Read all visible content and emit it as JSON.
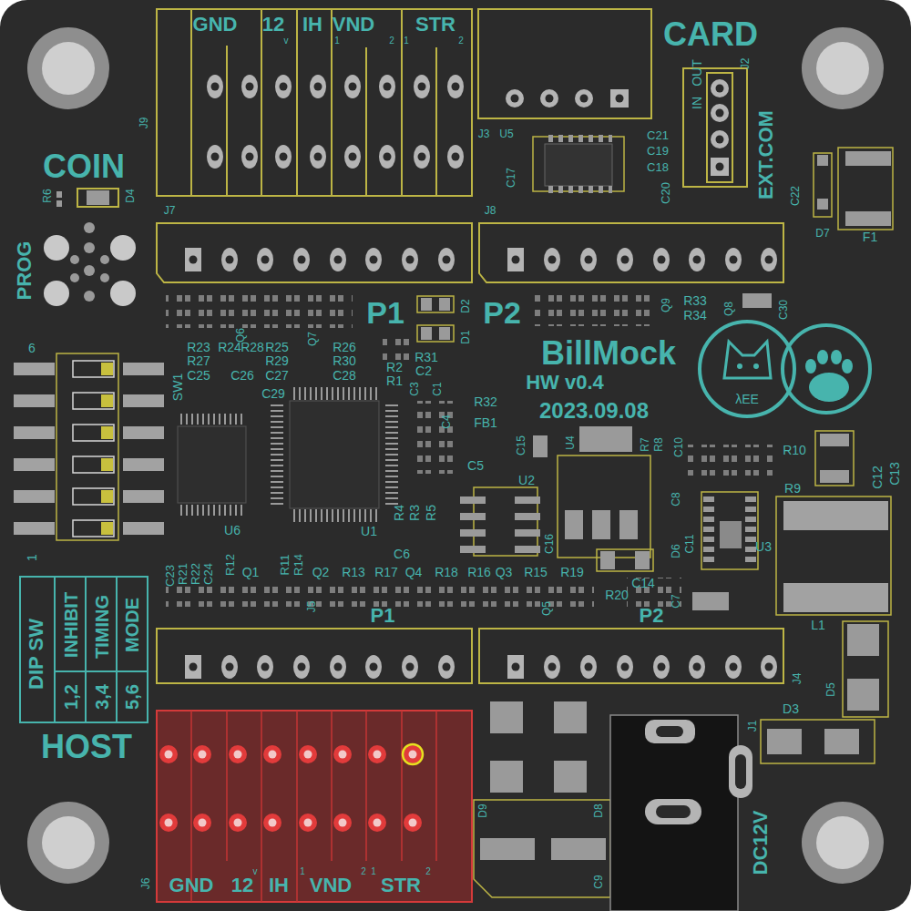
{
  "diagram": {
    "labels": [
      "GND",
      "12",
      "v",
      "IH",
      "VND",
      "1",
      "2",
      "STR",
      "1",
      "2",
      "CARD",
      "J9",
      "J3",
      "U5",
      "C21",
      "C19",
      "C18",
      "C20",
      "IN",
      "OUT",
      "J2",
      "EXT.COM",
      "C17",
      "COIN",
      "R6",
      "D4",
      "C22",
      "D7",
      "F1",
      "J7",
      "J8",
      "PROG",
      "P1",
      "D2",
      "P2",
      "Q9",
      "R33",
      "R34",
      "Q8",
      "C30",
      "D1",
      "R31",
      "C2",
      "R2",
      "R1",
      "C3",
      "C1",
      "R23",
      "R27",
      "C25",
      "Q6",
      "R24",
      "R28",
      "C26",
      "R25",
      "R29",
      "C27",
      "Q7",
      "R26",
      "R30",
      "C28",
      "C29",
      "6",
      "SW1",
      "BillMock",
      "HW v0.4",
      "2023.09.08",
      "λEE",
      "R32",
      "C4",
      "FB1",
      "C5",
      "C15",
      "U4",
      "R7",
      "R8",
      "C10",
      "R10",
      "C12",
      "C13",
      "U2",
      "R9",
      "U6",
      "U1",
      "R4",
      "R3",
      "R5",
      "C8",
      "C11",
      "C6",
      "C16",
      "D6",
      "U3",
      "1",
      "C23",
      "R21",
      "R22",
      "C24",
      "R12",
      "Q1",
      "R11",
      "R14",
      "Q2",
      "R13",
      "R17",
      "Q4",
      "R18",
      "R16",
      "Q3",
      "R15",
      "R19",
      "C14",
      "C7",
      "J5",
      "P1",
      "Q5",
      "R20",
      "P2",
      "L1",
      "DIP SW",
      "INHIBIT",
      "TIMING",
      "MODE",
      "1,2",
      "3,4",
      "5,6",
      "HOST",
      "J4",
      "D5",
      "J1",
      "D3",
      "D9",
      "D8",
      "C9",
      "DC12V",
      "J6",
      "GND",
      "12",
      "v",
      "IH",
      "1",
      "VND",
      "2",
      "1",
      "STR",
      "2"
    ]
  }
}
